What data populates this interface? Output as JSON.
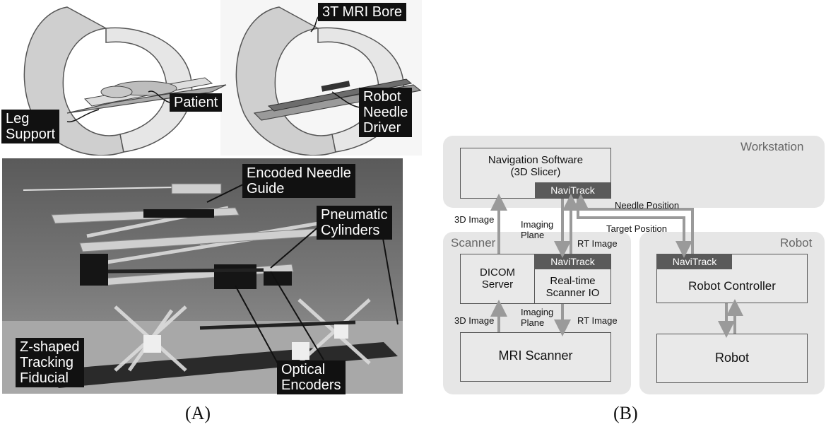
{
  "panel_a": {
    "label": "(A)",
    "callouts": {
      "mri_bore": "3T MRI Bore",
      "patient": "Patient",
      "leg_support": "Leg\nSupport",
      "robot_needle_driver": "Robot\nNeedle\nDriver",
      "encoded_needle_guide": "Encoded Needle\nGuide",
      "pneumatic_cylinders": "Pneumatic\nCylinders",
      "z_fiducial": "Z-shaped\nTracking\nFiducial",
      "optical_encoders": "Optical\nEncoders"
    }
  },
  "panel_b": {
    "label": "(B)",
    "regions": {
      "workstation": "Workstation",
      "scanner": "Scanner",
      "robot": "Robot"
    },
    "boxes": {
      "nav_software": "Navigation Software\n(3D Slicer)",
      "navitrack_ws": "NaviTrack",
      "dicom_server": "DICOM\nServer",
      "navitrack_scanner": "NaviTrack",
      "realtime_io": "Real-time\nScanner IO",
      "mri_scanner": "MRI Scanner",
      "navitrack_robot": "NaviTrack",
      "robot_controller": "Robot Controller",
      "robot_box": "Robot"
    },
    "arrows": {
      "image_3d_top": "3D Image",
      "imaging_plane_top": "Imaging\nPlane",
      "rt_image_top": "RT Image",
      "needle_position": "Needle Position",
      "target_position": "Target Position",
      "image_3d_bottom": "3D Image",
      "imaging_plane_bottom": "Imaging\nPlane",
      "rt_image_bottom": "RT Image"
    }
  }
}
